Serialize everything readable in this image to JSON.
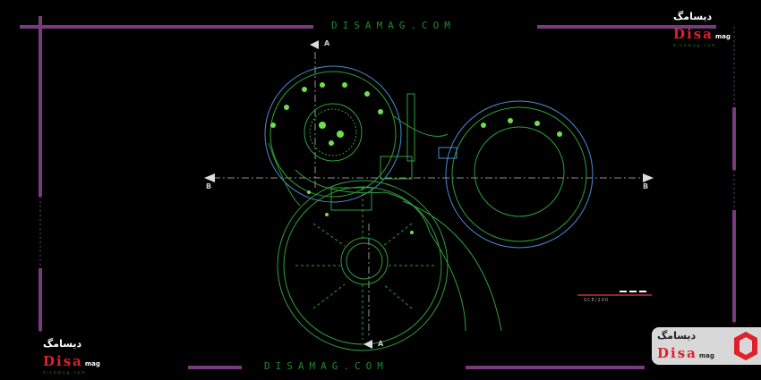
{
  "watermark_top": "DISAMAG.COM",
  "watermark_bottom": "DISAMAG.COM",
  "logo": {
    "persian": "دیسامگ",
    "latin": "Disa",
    "suffix": "mag",
    "site": "disamag.com"
  },
  "section_markers": {
    "top": "A",
    "bottom": "A",
    "left": "B",
    "right": "B"
  },
  "scale_label": "SCE/200",
  "colors": {
    "frame": "#7a3a7e",
    "lines": "#2fa03a",
    "accent": "#e0202a"
  }
}
